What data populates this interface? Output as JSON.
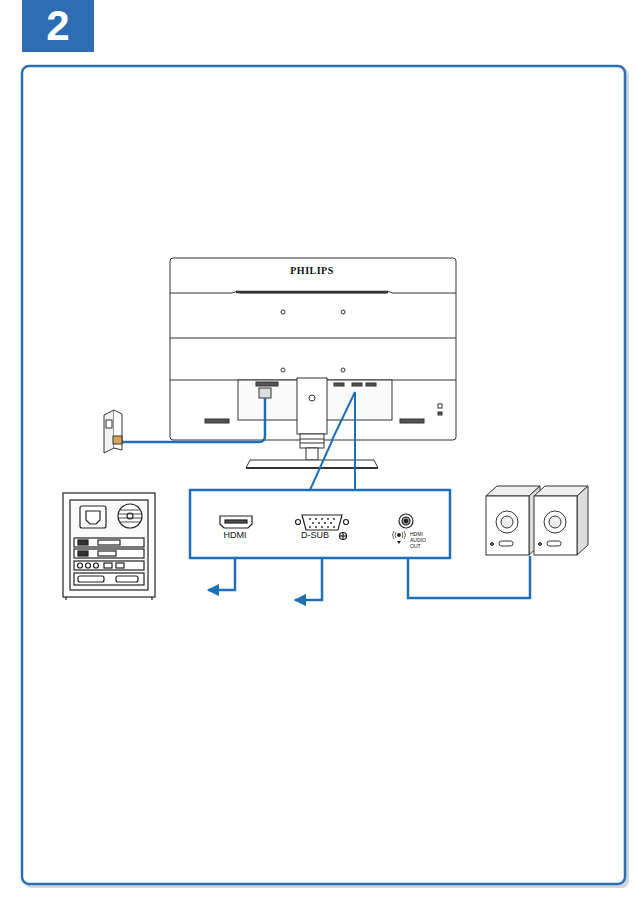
{
  "diagram": {
    "nodes": [
      {
        "text": [
          "2"
        ]
      },
      {
        "text": [
          "PHILIPS"
        ]
      },
      {
        "text": [
          "HDMI",
          "D-SUB",
          "HDMI AUDIO OUT"
        ]
      }
    ],
    "edges": [
      {
        "from": 1,
        "to": 2,
        "arrow": "none"
      }
    ]
  }
}
